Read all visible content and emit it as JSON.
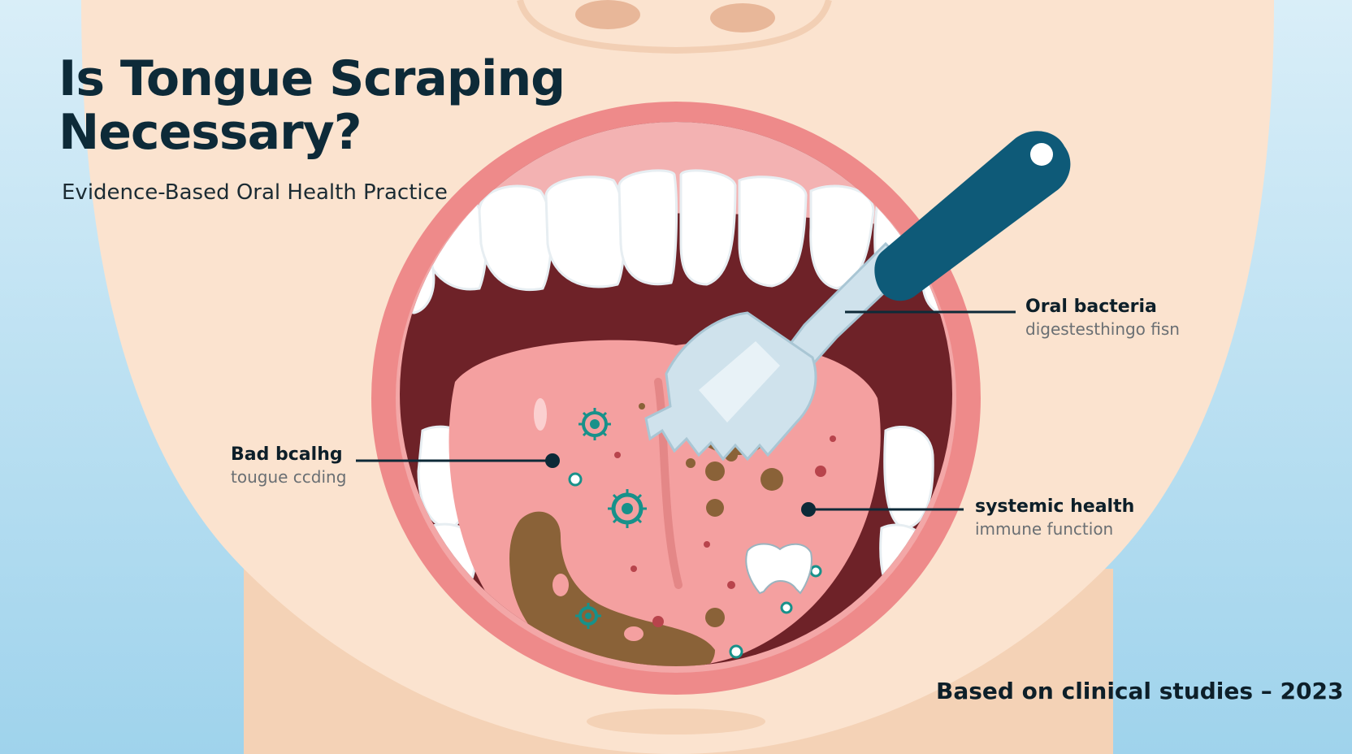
{
  "title": {
    "line1": "Is Tongue Scraping",
    "line2": "Necessary?"
  },
  "subtitle": "Evidence-Based Oral Health Practice",
  "callouts": [
    {
      "label": "Oral bacteria",
      "sub": "digestesthingo fisn"
    },
    {
      "label": "Bad bcalhg",
      "sub": "tougue ccding"
    },
    {
      "label": "systemic health",
      "sub": "immune function"
    }
  ],
  "footer": "Based on clinical studies – 2023",
  "colors": {
    "background_blue": "#a8d8ee",
    "skin": "#fbe3cf",
    "lips": "#ee8a8a",
    "mouth_interior": "#6e2228",
    "tongue": "#f4a0a0",
    "coating": "#8a6238",
    "scraper": "#cfe2ec",
    "scraper_handle": "#0e5a78",
    "bacteria": "#17918a",
    "title": "#0d2a38"
  },
  "icons": [
    "tongue-scraper-icon",
    "bacteria-icon",
    "tooth-icon"
  ]
}
